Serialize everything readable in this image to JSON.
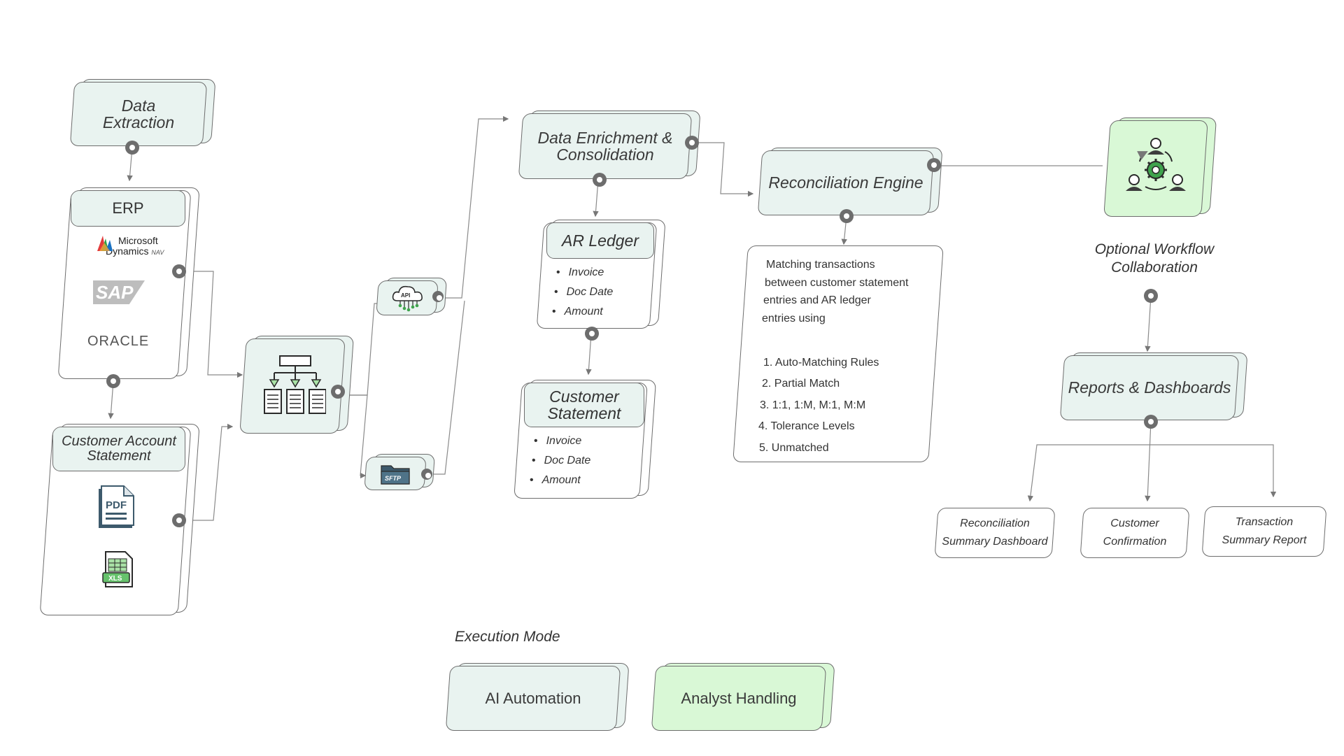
{
  "nodes": {
    "data_extraction": "Data\nExtraction",
    "erp": {
      "title": "ERP",
      "logos": {
        "microsoft_line1": "Microsoft",
        "microsoft_line2": "Dynamics",
        "microsoft_nav": "NAV",
        "sap": "SAP",
        "oracle": "ORACLE"
      }
    },
    "customer_account_statement": {
      "title": "Customer Account\nStatement",
      "pdf_label": "PDF",
      "xls_label": "XLS"
    },
    "api_label": "API",
    "sftp_label": "SFTP",
    "data_enrichment": "Data Enrichment &\nConsolidation",
    "ar_ledger": {
      "title": "AR Ledger",
      "items": [
        "Invoice",
        "Doc Date",
        "Amount"
      ]
    },
    "customer_statement": {
      "title": "Customer\nStatement",
      "items": [
        "Invoice",
        "Doc Date",
        "Amount"
      ]
    },
    "reconciliation_engine": "Reconciliation Engine",
    "engine_details": {
      "intro": [
        "Matching transactions",
        "between customer statement",
        "entries and AR ledger",
        "entries using"
      ],
      "rules": [
        "1.  Auto-Matching Rules",
        "2. Partial Match",
        "3. 1:1, 1:M, M:1, M:M",
        "4. Tolerance Levels",
        "5. Unmatched"
      ]
    },
    "optional_workflow": "Optional Workflow\nCollaboration",
    "reports_dashboards": "Reports & Dashboards",
    "reports": [
      "Reconciliation\nSummary Dashboard",
      "Customer\nConfirmation",
      "Transaction\nSummary Report"
    ]
  },
  "execution_mode": {
    "label": "Execution Mode",
    "ai_automation": "AI Automation",
    "analyst_handling": "Analyst Handling"
  },
  "colors": {
    "card_fill": "#e9f3f0",
    "green_fill": "#d9f8d6",
    "border": "#6d6d6d"
  }
}
